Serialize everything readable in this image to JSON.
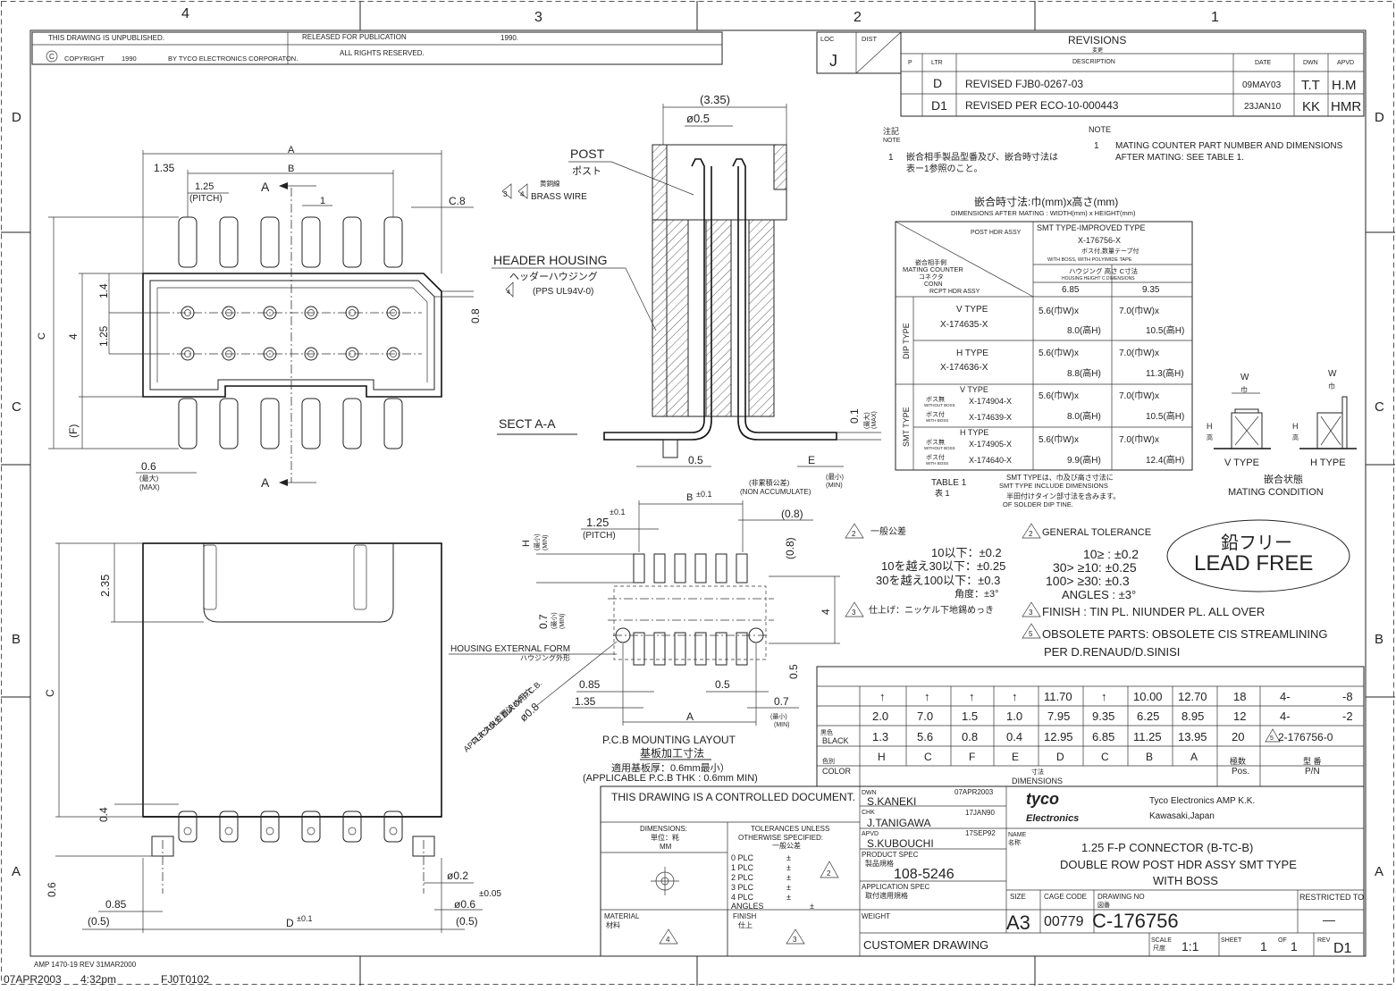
{
  "frame": {
    "zones_top": [
      "4",
      "3",
      "2",
      "1"
    ],
    "zones_side": [
      "D",
      "C",
      "B",
      "A"
    ]
  },
  "header": {
    "unpublished": "THIS DRAWING IS UNPUBLISHED.",
    "released": "RELEASED FOR PUBLICATION",
    "released_year": "1990.",
    "copyright_symbol": "C",
    "copyright": "COPYRIGHT",
    "copyright_year": "1990",
    "by": "BY TYCO ELECTRONICS CORPORATON.",
    "rights": "ALL RIGHTS RESERVED.",
    "loc_label": "LOC",
    "loc_value": "J",
    "dist_label": "DIST"
  },
  "revisions": {
    "title": "REVISIONS",
    "title_jp": "変更",
    "col_p": "P",
    "col_ltr": "LTR",
    "col_desc": "DESCRIPTION",
    "col_date": "DATE",
    "col_dwn": "DWN",
    "col_apvd": "APVD",
    "rows": [
      {
        "ltr": "D",
        "desc": "REVISED    FJB0-0267-03",
        "date": "09MAY03",
        "dwn": "T.T",
        "apvd": "H.M"
      },
      {
        "ltr": "D1",
        "desc": "REVISED PER ECO-10-000443",
        "date": "23JAN10",
        "dwn": "KK",
        "apvd": "HMR"
      }
    ]
  },
  "notes": {
    "jp_head": "注記",
    "jp_head_en": "NOTE",
    "jp_num": "1",
    "jp_line1": "嵌合相手製品型番及び、嵌合時寸法は",
    "jp_line2": "表ー1参照のこと。",
    "en_head": "NOTE",
    "en_num": "1",
    "en_line1": "MATING COUNTER PART NUMBER AND DIMENSIONS",
    "en_line2": "AFTER MATING: SEE TABLE 1."
  },
  "table1": {
    "title_jp": "嵌合時寸法:巾(mm)x高さ(mm)",
    "title_en": "DIMENSIONS AFTER MATING : WIDTH(mm) x HEIGHT(mm)",
    "post_hdr": "POST HDR ASSY",
    "smt_type": "SMT TYPE-IMPROVED TYPE",
    "smt_pn": "X-176756-X",
    "boss_jp": "ボス付,数量テープ付",
    "boss_en": "WITH BOSS, WITH POLYIMIDE TAPE",
    "housing_jp": "ハウジング 高さ C寸法",
    "housing_en": "HOUSING HEIGHT C DIMENSIONS",
    "h1": "6.85",
    "h2": "9.35",
    "mating_jp": "嵌合相手側",
    "mating_en": "MATING COUNTER",
    "conn_jp": "コネクタ",
    "conn_en": "CONN",
    "rcpt": "RCPT HDR ASSY",
    "dip_type": "DIP TYPE",
    "smt_side": "SMT TYPE",
    "v_type": "V TYPE",
    "v_pn": "X-174635-X",
    "h_type": "H TYPE",
    "h_pn": "X-174636-X",
    "smt_v": "V TYPE",
    "smt_h": "H TYPE",
    "noboss_jp": "ボス無",
    "noboss_en": "WITHOUT BOSS",
    "withboss_jp": "ボス付",
    "withboss_en": "WITH BOSS",
    "smt_v1": "X-174904-X",
    "smt_v2": "X-174639-X",
    "smt_h1": "X-174905-X",
    "smt_h2": "X-174640-X",
    "w1": "5.6(巾W)x",
    "w2": "7.0(巾W)x",
    "r1a": "8.0(高H)",
    "r1b": "10.5(高H)",
    "r2a": "8.8(高H)",
    "r2b": "11.3(高H)",
    "r3a": "8.0(高H)",
    "r3b": "10.5(高H)",
    "r4a": "9.9(高H)",
    "r4b": "12.4(高H)",
    "caption": "TABLE 1",
    "caption_jp": "表  1",
    "smt_note1": "SMT TYPEは、巾及び高さ寸法に",
    "smt_note2": "SMT TYPE INCLUDE DIMENSIONS",
    "smt_note3": "半田付けタイン部寸法を含みます。",
    "smt_note4": "OF SOLDER DIP TINE."
  },
  "mating": {
    "w": "W",
    "w_jp": "巾",
    "h": "H",
    "h_jp": "高",
    "v_type": "V TYPE",
    "h_type": "H TYPE",
    "label_jp": "嵌合状態",
    "label_en": "MATING CONDITION"
  },
  "top_view": {
    "A": "A",
    "B": "B",
    "C": "C",
    "F": "(F)",
    "d135": "1.35",
    "d125": "1.25",
    "pitch": "(PITCH)",
    "d1": "1",
    "dc8": "C.8",
    "d14": "1.4",
    "d4": "4",
    "d125v": "1.25",
    "d08": "0.8",
    "d06": "0.6",
    "max_jp": "(最大)",
    "max_en": "(MAX)",
    "sect": "A"
  },
  "section": {
    "d335": "(3.35)",
    "phi05": "ø0.5",
    "post": "POST",
    "post_jp": "ポスト",
    "brass_jp": "黄銅線",
    "brass": "BRASS WIRE",
    "n3": "3",
    "n4": "4",
    "housing": "HEADER HOUSING",
    "housing_jp": "ヘッダーハウジング",
    "pps": "(PPS UL94V-0)",
    "sect_label": "SECT A-A",
    "d05": "0.5",
    "e": "E",
    "min_jp": "(最小)",
    "min_en": "(MIN)",
    "nonacc_jp": "(非累積公差)",
    "nonacc": "(NON ACCUMULATE)",
    "d01": "0.1",
    "max_jp": "(最大)",
    "max_en": "(MAX)"
  },
  "pcb": {
    "b": "B",
    "pm01": "±0.1",
    "d125": "1.25",
    "pitch": "(PITCH)",
    "pm01b": "±0.1",
    "d08h": "(0.8)",
    "d08v": "(0.8)",
    "h": "H",
    "min_jp": "(最小)",
    "min_en": "(MIN)",
    "d07": "0.7",
    "d4": "4",
    "d05": "0.5",
    "ext_form": "HOUSING EXTERNAL FORM",
    "ext_form_jp": "ハウジング外形",
    "locate_jp": "コネクタ位置決め用穴",
    "locate_en": "APPLICABLE DIA OF P.C.B.",
    "phi08": "ø0.8",
    "d085": "0.85",
    "d135": "1.35",
    "d05b": "0.5",
    "d07b": "0.7",
    "a": "A",
    "title": "P.C.B MOUNTING LAYOUT",
    "title_jp": "基板加工寸法",
    "thk_jp": "適用基板厚：0.6mm最小）",
    "thk_en": "(APPLICABLE P.C.B THK : 0.6mm MIN)"
  },
  "front_view": {
    "d235": "2.35",
    "c": "C",
    "d04": "0.4",
    "d06": "0.6",
    "d085": "0.85",
    "d05l": "(0.5)",
    "d05r": "(0.5)",
    "d": "D",
    "pm01": "±0.1",
    "phi02": "ø0.2",
    "phi06": "ø0.6",
    "pm005": "±0.05"
  },
  "tolerance": {
    "n2": "2",
    "jp": "一般公差",
    "en": "GENERAL TOLERANCE",
    "jp1": "10以下：±0.2",
    "jp2": "10を越え30以下：±0.25",
    "jp3": "30を越え100以下：±0.3",
    "jp4": "角度：±3°",
    "en1": "10≥ : ±0.2",
    "en2": "30> ≥10: ±0.25",
    "en3": "100> ≥30: ±0.3",
    "en4": "ANGLES : ±3°",
    "n3": "3",
    "finish_jp": "仕上げ：ニッケル下地錫めっき",
    "finish": "FINISH : TIN  PL. NIUNDER PL. ALL OVER",
    "n5": "5",
    "obs1": "OBSOLETE PARTS: OBSOLETE CIS STREAMLINING",
    "obs2": "PER D.RENAUD/D.SINISI",
    "leadfree_jp": "鉛フリー",
    "leadfree": "LEAD FREE"
  },
  "dimtable": {
    "row_up": [
      "↑",
      "↑",
      "↑",
      "↑",
      "11.70",
      "↑",
      "10.00",
      "12.70",
      "18",
      "4-",
      "-8"
    ],
    "row1": [
      "2.0",
      "7.0",
      "1.5",
      "1.0",
      "7.95",
      "9.35",
      "6.25",
      "8.95",
      "12",
      "4-",
      "-2"
    ],
    "row2": [
      "1.3",
      "5.6",
      "0.8",
      "0.4",
      "12.95",
      "6.85",
      "11.25",
      "13.95",
      "20",
      "2-176756-0"
    ],
    "black_jp": "黒色",
    "black": "BLACK",
    "color_jp": "色別",
    "color": "COLOR",
    "hdr": [
      "H",
      "C",
      "F",
      "E",
      "D",
      "C",
      "B",
      "A"
    ],
    "dims_jp": "寸法",
    "dims": "DIMENSIONS",
    "pos_jp": "極数",
    "pos": "Pos.",
    "pn_jp": "型 番",
    "pn": "P/N",
    "n5": "5"
  },
  "titleblock": {
    "controlled": "THIS DRAWING IS A CONTROLLED DOCUMENT.",
    "dims_label": "DIMENSIONS:",
    "dims_jp": "単位：粍",
    "dims_mm": "MM",
    "tol1": "TOLERANCES UNLESS",
    "tol2": "OTHERWISE SPECIFIED:",
    "tol_jp": "一般公差",
    "plc": [
      "0 PLC",
      "1 PLC",
      "2 PLC",
      "3 PLC",
      "4 PLC",
      "ANGLES"
    ],
    "pm": "±",
    "n2": "2",
    "material": "MATERIAL",
    "material_jp": "材料",
    "n4": "4",
    "finish": "FINISH",
    "finish_jp": "仕上",
    "n3": "3",
    "dwn": "DWN",
    "dwn_name": "S.KANEKI",
    "dwn_date": "07APR2003",
    "chk": "CHK",
    "chk_name": "J.TANIGAWA",
    "chk_date": "17JAN90",
    "apvd": "APVD",
    "apvd_name": "S.KUBOUCHI",
    "apvd_date": "17SEP92",
    "prod_spec": "PRODUCT SPEC",
    "prod_spec_jp": "製品規格",
    "prod_spec_val": "108-5246",
    "app_spec": "APPLICATION SPEC",
    "app_spec_jp": "取付適用規格",
    "weight": "WEIGHT",
    "customer": "CUSTOMER DRAWING",
    "logo1": "tyco",
    "logo2": "Electronics",
    "company1": "Tyco Electronics AMP K.K.",
    "company2": "Kawasaki,Japan",
    "name_label": "NAME",
    "name_jp": "名称",
    "name1": "1.25 F-P CONNECTOR (B-TC-B)",
    "name2": "DOUBLE ROW POST HDR ASSY SMT TYPE",
    "name3": "WITH BOSS",
    "size_label": "SIZE",
    "size_val": "A3",
    "cage_label": "CAGE CODE",
    "cage_val": "00779",
    "dwgno_label": "DRAWING NO",
    "dwgno_jp": "図番",
    "dwgno_val": "C-176756",
    "restricted": "RESTRICTED TO",
    "restricted_val": "—",
    "scale_label": "SCALE",
    "scale_jp": "尺度",
    "scale_val": "1:1",
    "sheet_label": "SHEET",
    "sheet_val": "1",
    "of_label": "OF",
    "of_val": "1",
    "rev_label": "REV",
    "rev_val": "D1"
  },
  "footer": {
    "form": "AMP 1470-19 REV 31MAR2000",
    "stamp1": "07APR2003",
    "stamp2": "4:32pm",
    "stamp3": "FJ0T0102"
  }
}
